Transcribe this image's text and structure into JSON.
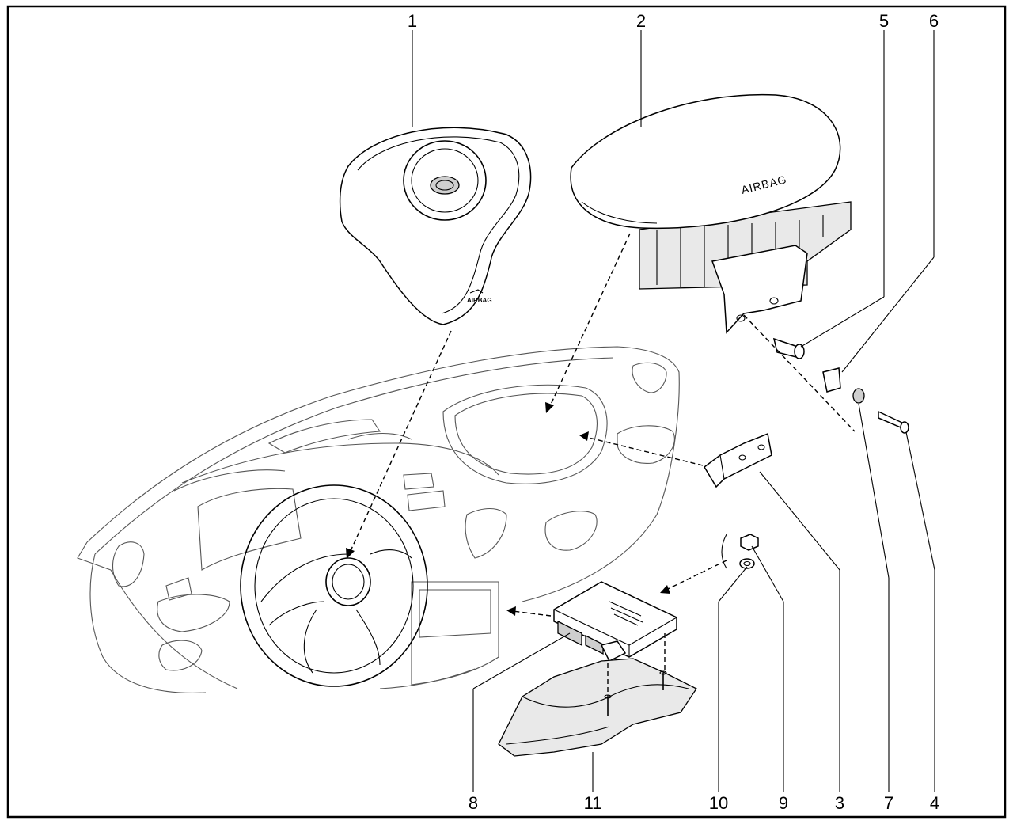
{
  "callouts": [
    {
      "id": "1",
      "label": "1"
    },
    {
      "id": "2",
      "label": "2"
    },
    {
      "id": "5",
      "label": "5"
    },
    {
      "id": "6",
      "label": "6"
    },
    {
      "id": "8",
      "label": "8"
    },
    {
      "id": "11",
      "label": "11"
    },
    {
      "id": "10",
      "label": "10"
    },
    {
      "id": "9",
      "label": "9"
    },
    {
      "id": "3",
      "label": "3"
    },
    {
      "id": "7",
      "label": "7"
    },
    {
      "id": "4",
      "label": "4"
    }
  ],
  "markings": {
    "driver_airbag_text": "AIRBAG",
    "passenger_airbag_text": "AIRBAG"
  }
}
